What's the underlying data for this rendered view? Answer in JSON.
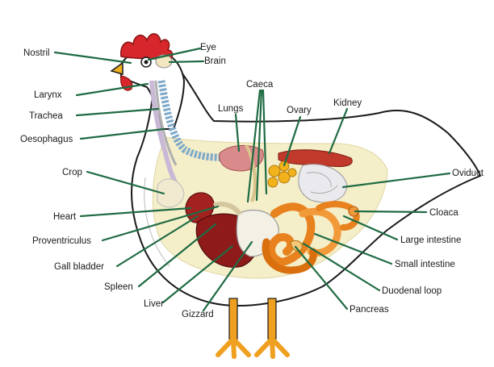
{
  "diagram": {
    "labels": {
      "nostril": "Nostril",
      "eye": "Eye",
      "brain": "Brain",
      "larynx": "Larynx",
      "trachea": "Trachea",
      "oesophagus": "Oesophagus",
      "crop": "Crop",
      "heart": "Heart",
      "proventriculus": "Proventriculus",
      "gall_bladder": "Gall bladder",
      "spleen": "Spleen",
      "liver": "Liver",
      "gizzard": "Gizzard",
      "caeca": "Caeca",
      "lungs": "Lungs",
      "ovary": "Ovary",
      "kidney": "Kidney",
      "oviduct": "Oviduct",
      "cloaca": "Cloaca",
      "large_intestine": "Large intestine",
      "small_intestine": "Small intestine",
      "duodenal_loop": "Duodenal loop",
      "pancreas": "Pancreas"
    },
    "colors": {
      "leader": "#1f6b43",
      "comb": "#d7262c",
      "liver": "#8e1a1a",
      "intestine": "#e8821e",
      "ovary": "#f2b21b",
      "kidney": "#c0392b",
      "body_fill": "#fbf7e8",
      "cavity_fill": "#f4eec9",
      "legs": "#f0a020"
    }
  }
}
